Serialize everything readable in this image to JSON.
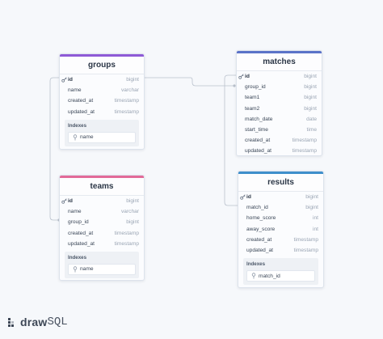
{
  "accent_colors": {
    "groups": "#8e5ad6",
    "matches": "#5b73c8",
    "teams": "#e26a98",
    "results": "#3f8fcb"
  },
  "groups": {
    "title": "groups",
    "columns": [
      {
        "name": "id",
        "type": "bigint",
        "pk": true
      },
      {
        "name": "name",
        "type": "varchar"
      },
      {
        "name": "created_at",
        "type": "timestamp"
      },
      {
        "name": "updated_at",
        "type": "timestamp"
      }
    ],
    "indexes_label": "Indexes",
    "indexes": [
      "name"
    ]
  },
  "matches": {
    "title": "matches",
    "columns": [
      {
        "name": "id",
        "type": "bigint",
        "pk": true
      },
      {
        "name": "group_id",
        "type": "bigint"
      },
      {
        "name": "team1",
        "type": "bigint"
      },
      {
        "name": "team2",
        "type": "bigint"
      },
      {
        "name": "match_date",
        "type": "date"
      },
      {
        "name": "start_time",
        "type": "time"
      },
      {
        "name": "created_at",
        "type": "timestamp"
      },
      {
        "name": "updated_at",
        "type": "timestamp"
      }
    ]
  },
  "teams": {
    "title": "teams",
    "columns": [
      {
        "name": "id",
        "type": "bigint",
        "pk": true
      },
      {
        "name": "name",
        "type": "varchar"
      },
      {
        "name": "group_id",
        "type": "bigint"
      },
      {
        "name": "created_at",
        "type": "timestamp"
      },
      {
        "name": "updated_at",
        "type": "timestamp"
      }
    ],
    "indexes_label": "Indexes",
    "indexes": [
      "name"
    ]
  },
  "results": {
    "title": "results",
    "columns": [
      {
        "name": "id",
        "type": "bigint",
        "pk": true
      },
      {
        "name": "match_id",
        "type": "bigint"
      },
      {
        "name": "home_score",
        "type": "int"
      },
      {
        "name": "away_score",
        "type": "int"
      },
      {
        "name": "created_at",
        "type": "timestamp"
      },
      {
        "name": "updated_at",
        "type": "timestamp"
      }
    ],
    "indexes_label": "Indexes",
    "indexes": [
      "match_id"
    ]
  },
  "logo": {
    "part1": "draw",
    "part2": "SQL"
  }
}
